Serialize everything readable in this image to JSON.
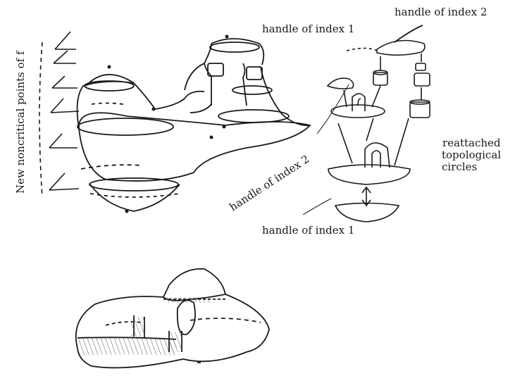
{
  "labels": {
    "side_axis": "New noncritical points of f",
    "handle_index_2_top": "handle of index 2",
    "handle_index_1_top": "handle of index 1",
    "handle_index_2_diag": "handle of index 2",
    "handle_index_1_bottom": "handle of index 1",
    "reattached_1": "reattached",
    "reattached_2": "topological",
    "reattached_3": "circles"
  },
  "colors": {
    "ink": "#1a1a1a",
    "paper": "#ffffff",
    "hatch": "#4a4a4a"
  }
}
